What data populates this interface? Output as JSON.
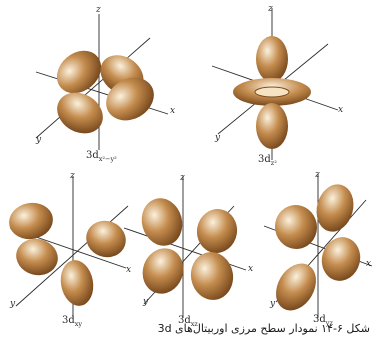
{
  "figure": {
    "caption": "شکل ۶-۱۴ نمودار سطح مرزی اوربیتال‌های 3d",
    "lobe_colors": {
      "light": "#fbf1dd",
      "mid": "#c48c4e",
      "dark": "#6b3d14"
    },
    "orbitals": [
      {
        "label_main": "3d",
        "label_sub": "x²−y²",
        "axes": [
          "z",
          "y",
          "x"
        ]
      },
      {
        "label_main": "3d",
        "label_sub": "z²",
        "axes": [
          "z",
          "y",
          "x"
        ]
      },
      {
        "label_main": "3d",
        "label_sub": "xy",
        "axes": [
          "z",
          "y",
          "x"
        ]
      },
      {
        "label_main": "3d",
        "label_sub": "xz",
        "axes": [
          "z",
          "y",
          "x"
        ]
      },
      {
        "label_main": "3d",
        "label_sub": "yz",
        "axes": [
          "z",
          "y",
          "x"
        ]
      }
    ]
  }
}
